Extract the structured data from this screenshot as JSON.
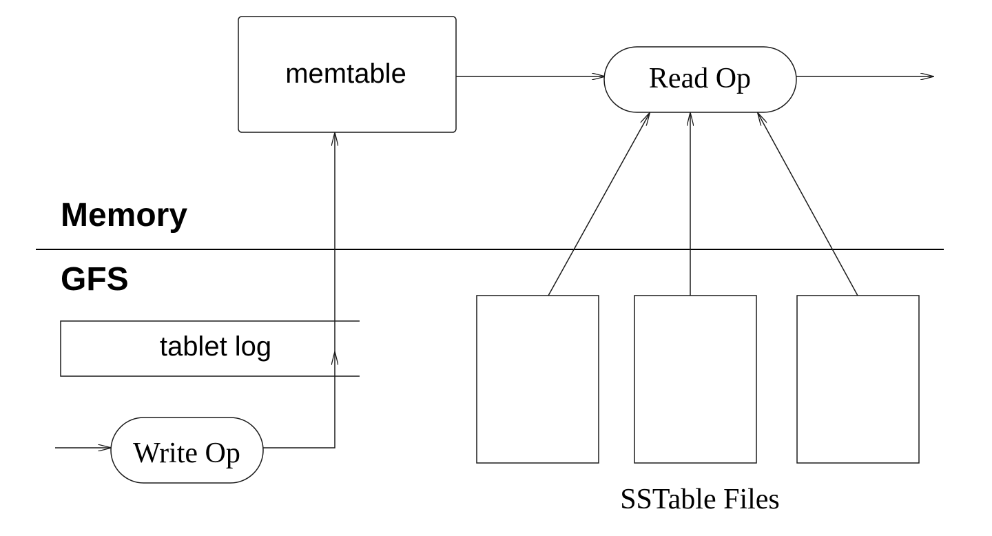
{
  "diagram": {
    "title": "Tablet representation: memtable, tablet log and SSTable files",
    "regions": {
      "memory_label": "Memory",
      "gfs_label": "GFS"
    },
    "nodes": {
      "memtable": "memtable",
      "read_op": "Read Op",
      "write_op": "Write Op",
      "tablet_log": "tablet log",
      "sstable_files_label": "SSTable Files"
    },
    "sstables": [
      {
        "id": "sstable-1"
      },
      {
        "id": "sstable-2"
      },
      {
        "id": "sstable-3"
      }
    ],
    "edges": [
      {
        "from": "external-input",
        "to": "write_op"
      },
      {
        "from": "write_op",
        "to": "tablet_log"
      },
      {
        "from": "write_op",
        "to": "memtable"
      },
      {
        "from": "memtable",
        "to": "read_op"
      },
      {
        "from": "sstable-1",
        "to": "read_op"
      },
      {
        "from": "sstable-2",
        "to": "read_op"
      },
      {
        "from": "sstable-3",
        "to": "read_op"
      },
      {
        "from": "read_op",
        "to": "external-output"
      }
    ]
  }
}
